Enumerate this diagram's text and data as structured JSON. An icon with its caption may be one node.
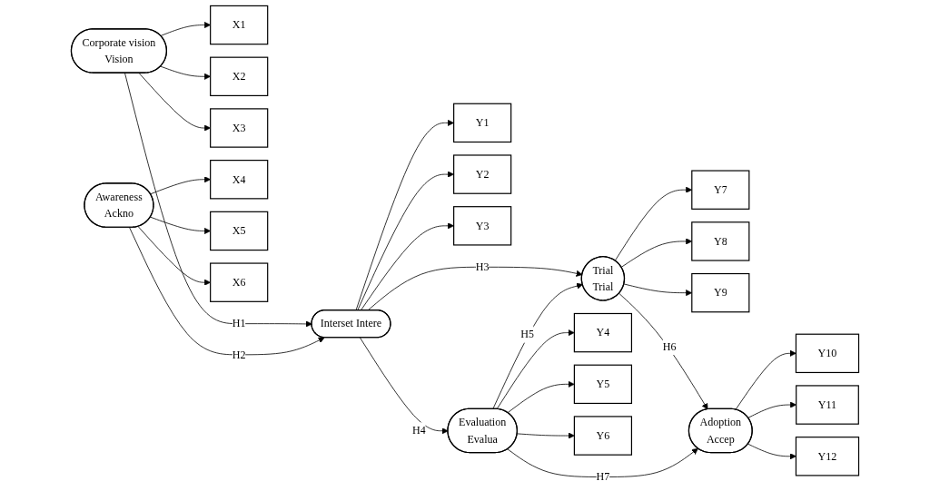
{
  "diagram": {
    "nodes": [
      {
        "text": [
          "X1"
        ]
      },
      {
        "text": [
          "X2"
        ]
      },
      {
        "text": [
          "X3"
        ]
      },
      {
        "text": [
          "Corporate vision",
          "Vision"
        ]
      },
      {
        "text": [
          "Y1"
        ]
      },
      {
        "text": [
          "Y2"
        ]
      },
      {
        "text": [
          "Y3"
        ]
      },
      {
        "text": [
          "Interset Intere"
        ]
      },
      {
        "text": [
          "X4"
        ]
      },
      {
        "text": [
          "X5"
        ]
      },
      {
        "text": [
          "X6"
        ]
      },
      {
        "text": [
          "Awareness",
          "Ackno"
        ]
      },
      {
        "text": [
          "Y7"
        ]
      },
      {
        "text": [
          "Y8"
        ]
      },
      {
        "text": [
          "Y9"
        ]
      },
      {
        "text": [
          "Trial",
          "Trial"
        ]
      },
      {
        "text": [
          "Evaluation",
          "Evalua"
        ]
      },
      {
        "text": [
          "Y4"
        ]
      },
      {
        "text": [
          "Y5"
        ]
      },
      {
        "text": [
          "Y6"
        ]
      },
      {
        "text": [
          "Adoption",
          "Accep"
        ]
      },
      {
        "text": [
          "Y10"
        ]
      },
      {
        "text": [
          "Y11"
        ]
      },
      {
        "text": [
          "Y12"
        ]
      }
    ],
    "edges": [
      {
        "from": 3,
        "to": 0,
        "arrow": "to"
      },
      {
        "from": 3,
        "to": 1,
        "arrow": "to"
      },
      {
        "from": 3,
        "to": 2,
        "arrow": "to"
      },
      {
        "from": 3,
        "to": 7,
        "arrow": "to",
        "label": "H1"
      },
      {
        "from": 7,
        "to": 4,
        "arrow": "to"
      },
      {
        "from": 7,
        "to": 5,
        "arrow": "to"
      },
      {
        "from": 7,
        "to": 6,
        "arrow": "to"
      },
      {
        "from": 11,
        "to": 8,
        "arrow": "to"
      },
      {
        "from": 11,
        "to": 9,
        "arrow": "to"
      },
      {
        "from": 11,
        "to": 10,
        "arrow": "to"
      },
      {
        "from": 11,
        "to": 7,
        "arrow": "to",
        "label": "H2"
      },
      {
        "from": 7,
        "to": 15,
        "arrow": "to",
        "label": "H3"
      },
      {
        "from": 7,
        "to": 16,
        "arrow": "to",
        "label": "H4"
      },
      {
        "from": 16,
        "to": 15,
        "arrow": "to",
        "label": "H5"
      },
      {
        "from": 15,
        "to": 20,
        "arrow": "to",
        "label": "H6"
      },
      {
        "from": 16,
        "to": 20,
        "arrow": "to",
        "label": "H7"
      },
      {
        "from": 15,
        "to": 12,
        "arrow": "to"
      },
      {
        "from": 15,
        "to": 13,
        "arrow": "to"
      },
      {
        "from": 15,
        "to": 14,
        "arrow": "to"
      },
      {
        "from": 16,
        "to": 17,
        "arrow": "to"
      },
      {
        "from": 16,
        "to": 18,
        "arrow": "to"
      },
      {
        "from": 16,
        "to": 19,
        "arrow": "to"
      },
      {
        "from": 20,
        "to": 21,
        "arrow": "to"
      },
      {
        "from": 20,
        "to": 22,
        "arrow": "to"
      },
      {
        "from": 20,
        "to": 23,
        "arrow": "to"
      }
    ]
  }
}
